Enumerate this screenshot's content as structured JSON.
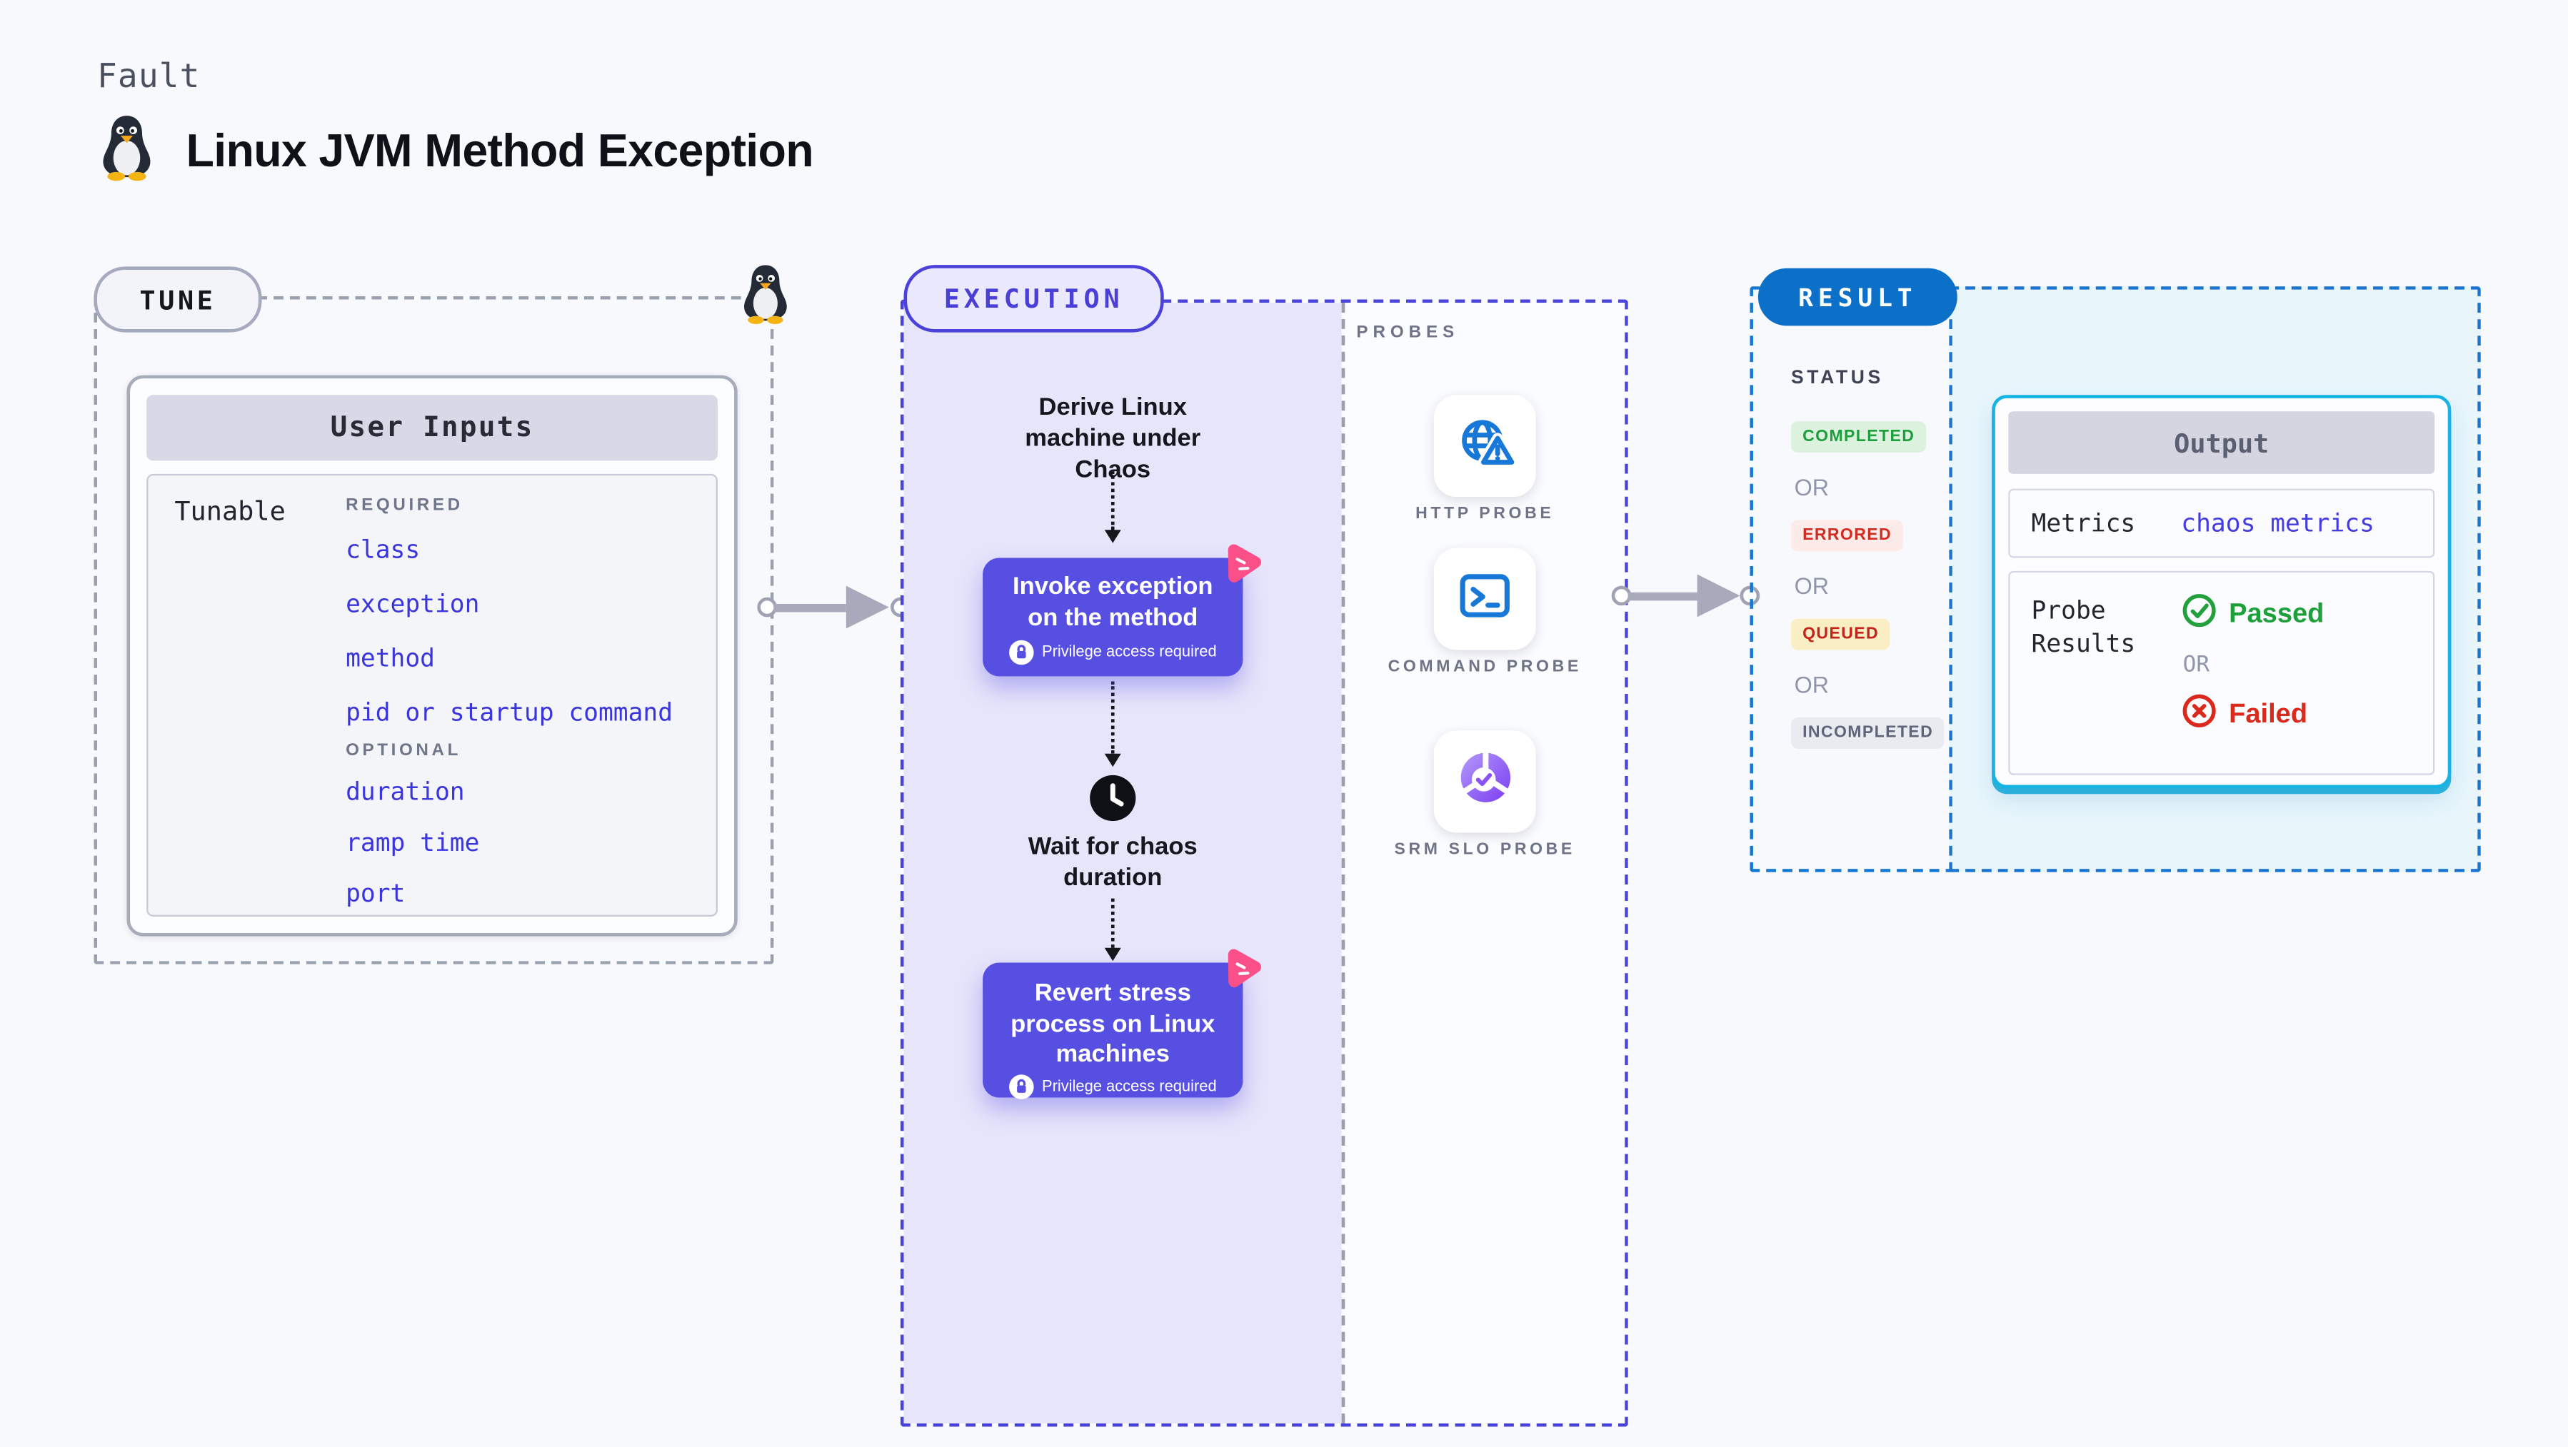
{
  "page": {
    "kicker": "Fault",
    "title": "Linux JVM Method Exception"
  },
  "tune": {
    "badge": "TUNE",
    "card_title": "User Inputs",
    "row_label": "Tunable",
    "required_label": "REQUIRED",
    "required_items": [
      "class",
      "exception",
      "method",
      "pid or startup command"
    ],
    "optional_label": "OPTIONAL",
    "optional_items": [
      "duration",
      "ramp time",
      "port"
    ]
  },
  "execution": {
    "badge": "EXECUTION",
    "step_derive": "Derive Linux machine under Chaos",
    "node_invoke": "Invoke exception on the method",
    "privilege_note": "Privilege access required",
    "step_wait": "Wait for chaos duration",
    "node_revert": "Revert stress process on Linux machines"
  },
  "probes": {
    "label": "PROBES",
    "items": [
      {
        "name": "HTTP PROBE",
        "icon": "globe-warning-icon"
      },
      {
        "name": "COMMAND PROBE",
        "icon": "terminal-icon"
      },
      {
        "name": "SRM SLO PROBE",
        "icon": "slo-donut-icon"
      }
    ]
  },
  "result": {
    "badge": "RESULT",
    "status_label": "STATUS",
    "or_label": "OR",
    "statuses": [
      {
        "label": "COMPLETED",
        "text_color": "#1e9e3c",
        "bg_color": "#dcf2df"
      },
      {
        "label": "ERRORED",
        "text_color": "#d32b1f",
        "bg_color": "#fcebe9"
      },
      {
        "label": "QUEUED",
        "text_color": "#c2231a",
        "bg_color": "#faeec5"
      },
      {
        "label": "INCOMPLETED",
        "text_color": "#5e6579",
        "bg_color": "#eaebf1"
      }
    ],
    "output": {
      "title": "Output",
      "metrics_label": "Metrics",
      "metrics_value": "chaos metrics",
      "probe_results_label": "Probe Results",
      "passed_label": "Passed",
      "failed_label": "Failed"
    }
  },
  "colors": {
    "accent_indigo": "#574fe2",
    "execution_border": "#4a43d9",
    "link_blue": "#3a35dc",
    "result_blue": "#0c70c9",
    "output_border_cyan": "#16b4e4",
    "chaos_pink": "#fa4f88",
    "probe_blue": "#1878d8",
    "passed_green": "#1da03a",
    "failed_red": "#d92a1c"
  }
}
